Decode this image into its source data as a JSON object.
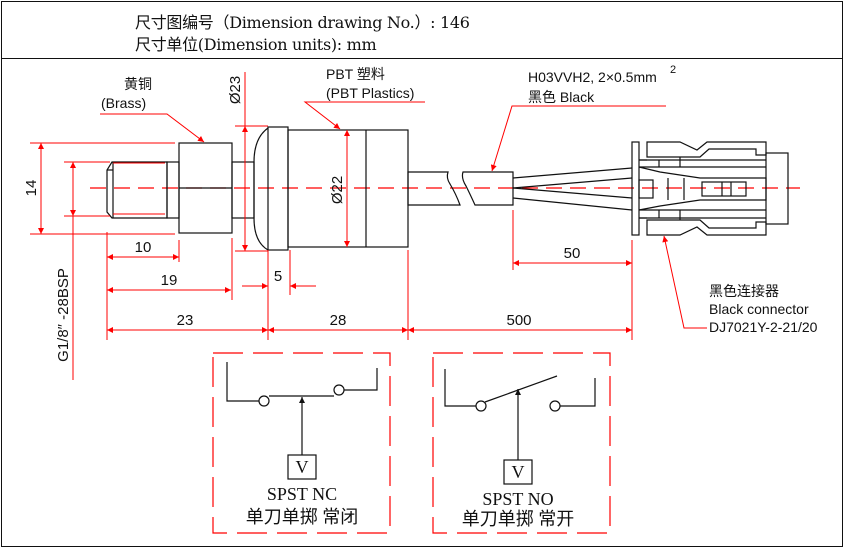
{
  "header": {
    "drawing_no_line": "尺寸图编号（Dimension drawing No.）: 146",
    "units_line": "尺寸单位(Dimension units): mm"
  },
  "labels": {
    "brass_cn": "黄铜",
    "brass_en": "(Brass)",
    "pbt_cn": "PBT  塑料",
    "pbt_en": "(PBT Plastics)",
    "cable_spec": "H03VVH2, 2×0.5mm",
    "cable_sup": "2",
    "cable_color": "黑色  Black",
    "connector_cn": "黑色连接器",
    "connector_en": "Black connector",
    "connector_part": "DJ7021Y-2-21/20",
    "thread": "G1/8″ -28BSP"
  },
  "dimensions": {
    "d14": "14",
    "d23_dia": "Ø23",
    "d22_dia": "Ø22",
    "d10": "10",
    "d19": "19",
    "d5": "5",
    "d23": "23",
    "d28": "28",
    "d500": "500",
    "d50": "50"
  },
  "switches": [
    {
      "type": "SPST  NC",
      "desc": "单刀单掷 常闭",
      "coil": "V"
    },
    {
      "type": "SPST  NO",
      "desc": "单刀单掷 常开",
      "coil": "V"
    }
  ],
  "colors": {
    "dimension": "#ff0000",
    "outline": "#111111"
  }
}
